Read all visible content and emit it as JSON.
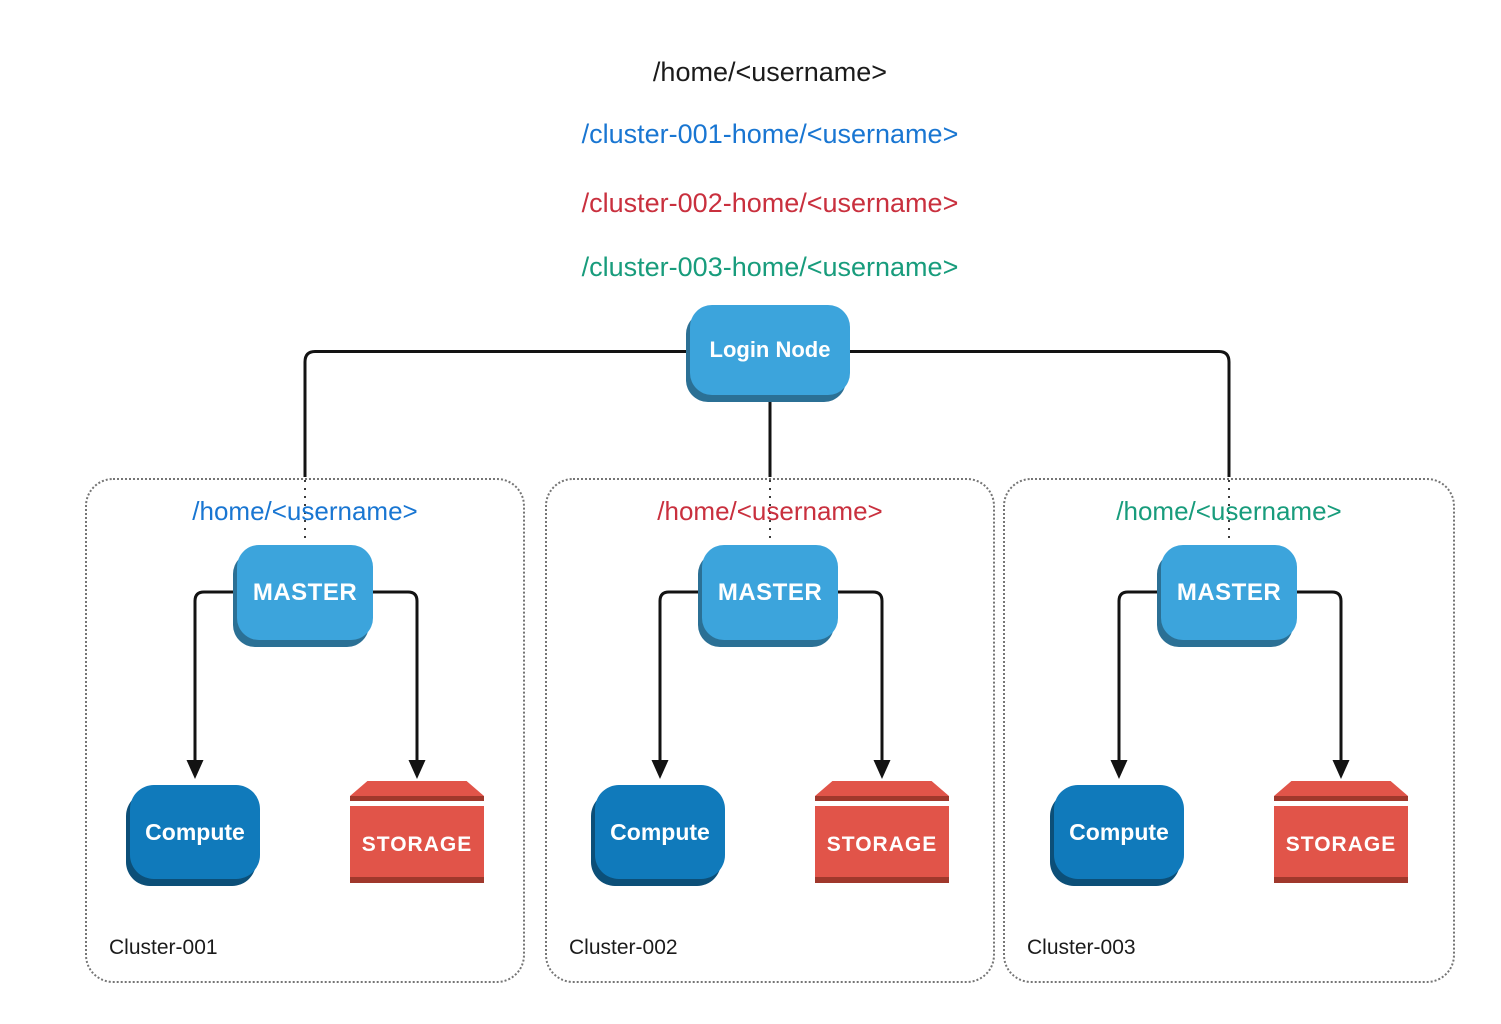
{
  "header_paths": [
    {
      "text": "/home/<username>",
      "color": "#1b1b1b"
    },
    {
      "text": "/cluster-001-home/<username>",
      "color": "#1976d2"
    },
    {
      "text": "/cluster-002-home/<username>",
      "color": "#c9303e"
    },
    {
      "text": "/cluster-003-home/<username>",
      "color": "#189c7c"
    }
  ],
  "login_node": {
    "label": "Login Node"
  },
  "node_labels": {
    "master": "MASTER",
    "compute": "Compute",
    "storage": "STORAGE"
  },
  "clusters": [
    {
      "name": "Cluster-001",
      "home_path": "/home/<username>",
      "accent": "#1976d2"
    },
    {
      "name": "Cluster-002",
      "home_path": "/home/<username>",
      "accent": "#c9303e"
    },
    {
      "name": "Cluster-003",
      "home_path": "/home/<username>",
      "accent": "#189c7c"
    }
  ],
  "colors": {
    "node_light_blue": "#3ca4dc",
    "node_light_blue_shadow": "#2b7095",
    "compute_blue": "#107abb",
    "compute_blue_shadow": "#0c4f78",
    "storage_red": "#e15449",
    "storage_red_dark": "#a0382c",
    "connector_black": "#131313",
    "dotted_border_gray": "#757575"
  }
}
